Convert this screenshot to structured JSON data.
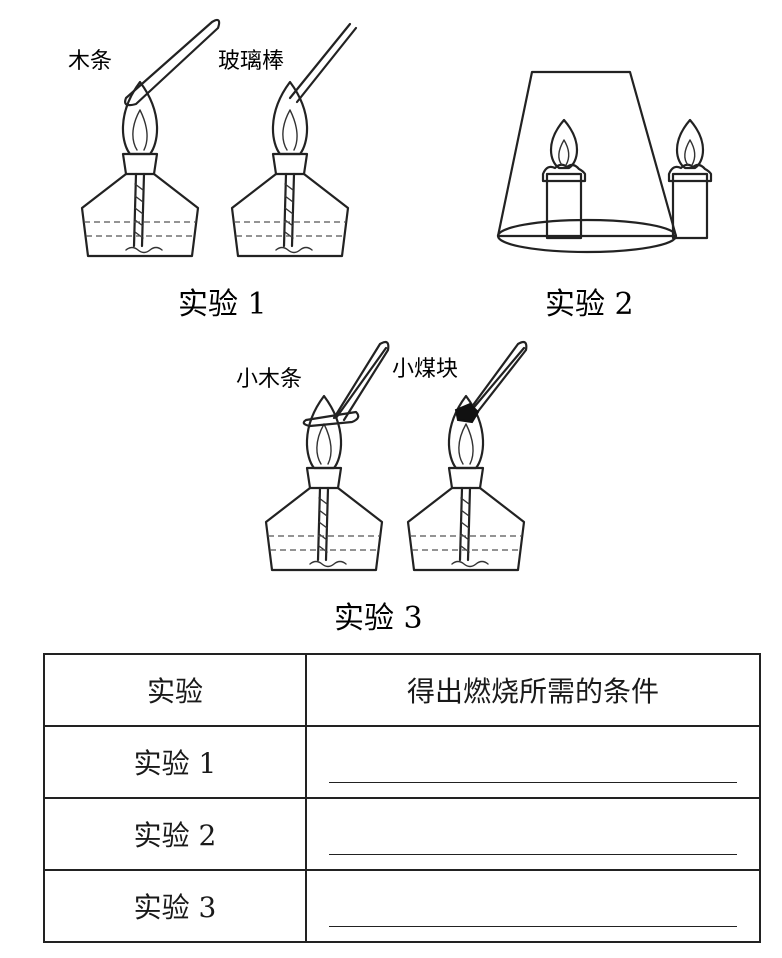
{
  "figure": {
    "exp1": {
      "caption": "实验 1",
      "label_wood": "木条",
      "label_glass": "玻璃棒"
    },
    "exp2": {
      "caption": "实验 2"
    },
    "exp3": {
      "caption": "实验 3",
      "label_small_wood": "小木条",
      "label_coal": "小煤块"
    }
  },
  "table": {
    "header": [
      "实验",
      "得出燃烧所需的条件"
    ],
    "rows": [
      {
        "experiment": "实验 1",
        "condition": ""
      },
      {
        "experiment": "实验 2",
        "condition": ""
      },
      {
        "experiment": "实验 3",
        "condition": ""
      }
    ]
  }
}
